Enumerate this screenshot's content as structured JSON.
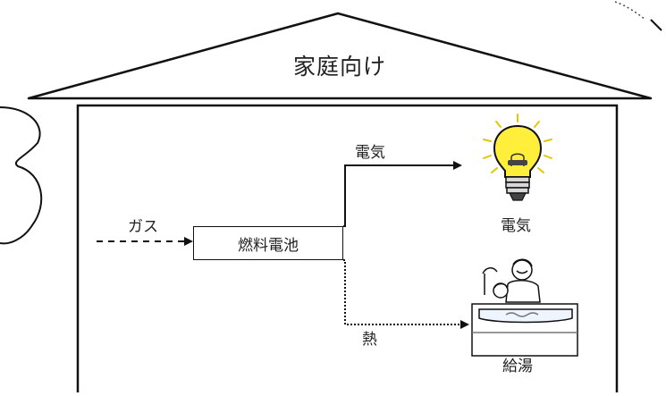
{
  "diagram": {
    "roof_label": "家庭向け",
    "input_label": "ガス",
    "fuel_cell_label": "燃料電池",
    "electric_line_label": "電気",
    "heat_line_label": "熱",
    "bulb_caption": "電気",
    "bath_caption": "給湯"
  },
  "icons": [
    "light-bulb-icon",
    "bath-family-icon",
    "cloud-shape",
    "house-outline"
  ]
}
